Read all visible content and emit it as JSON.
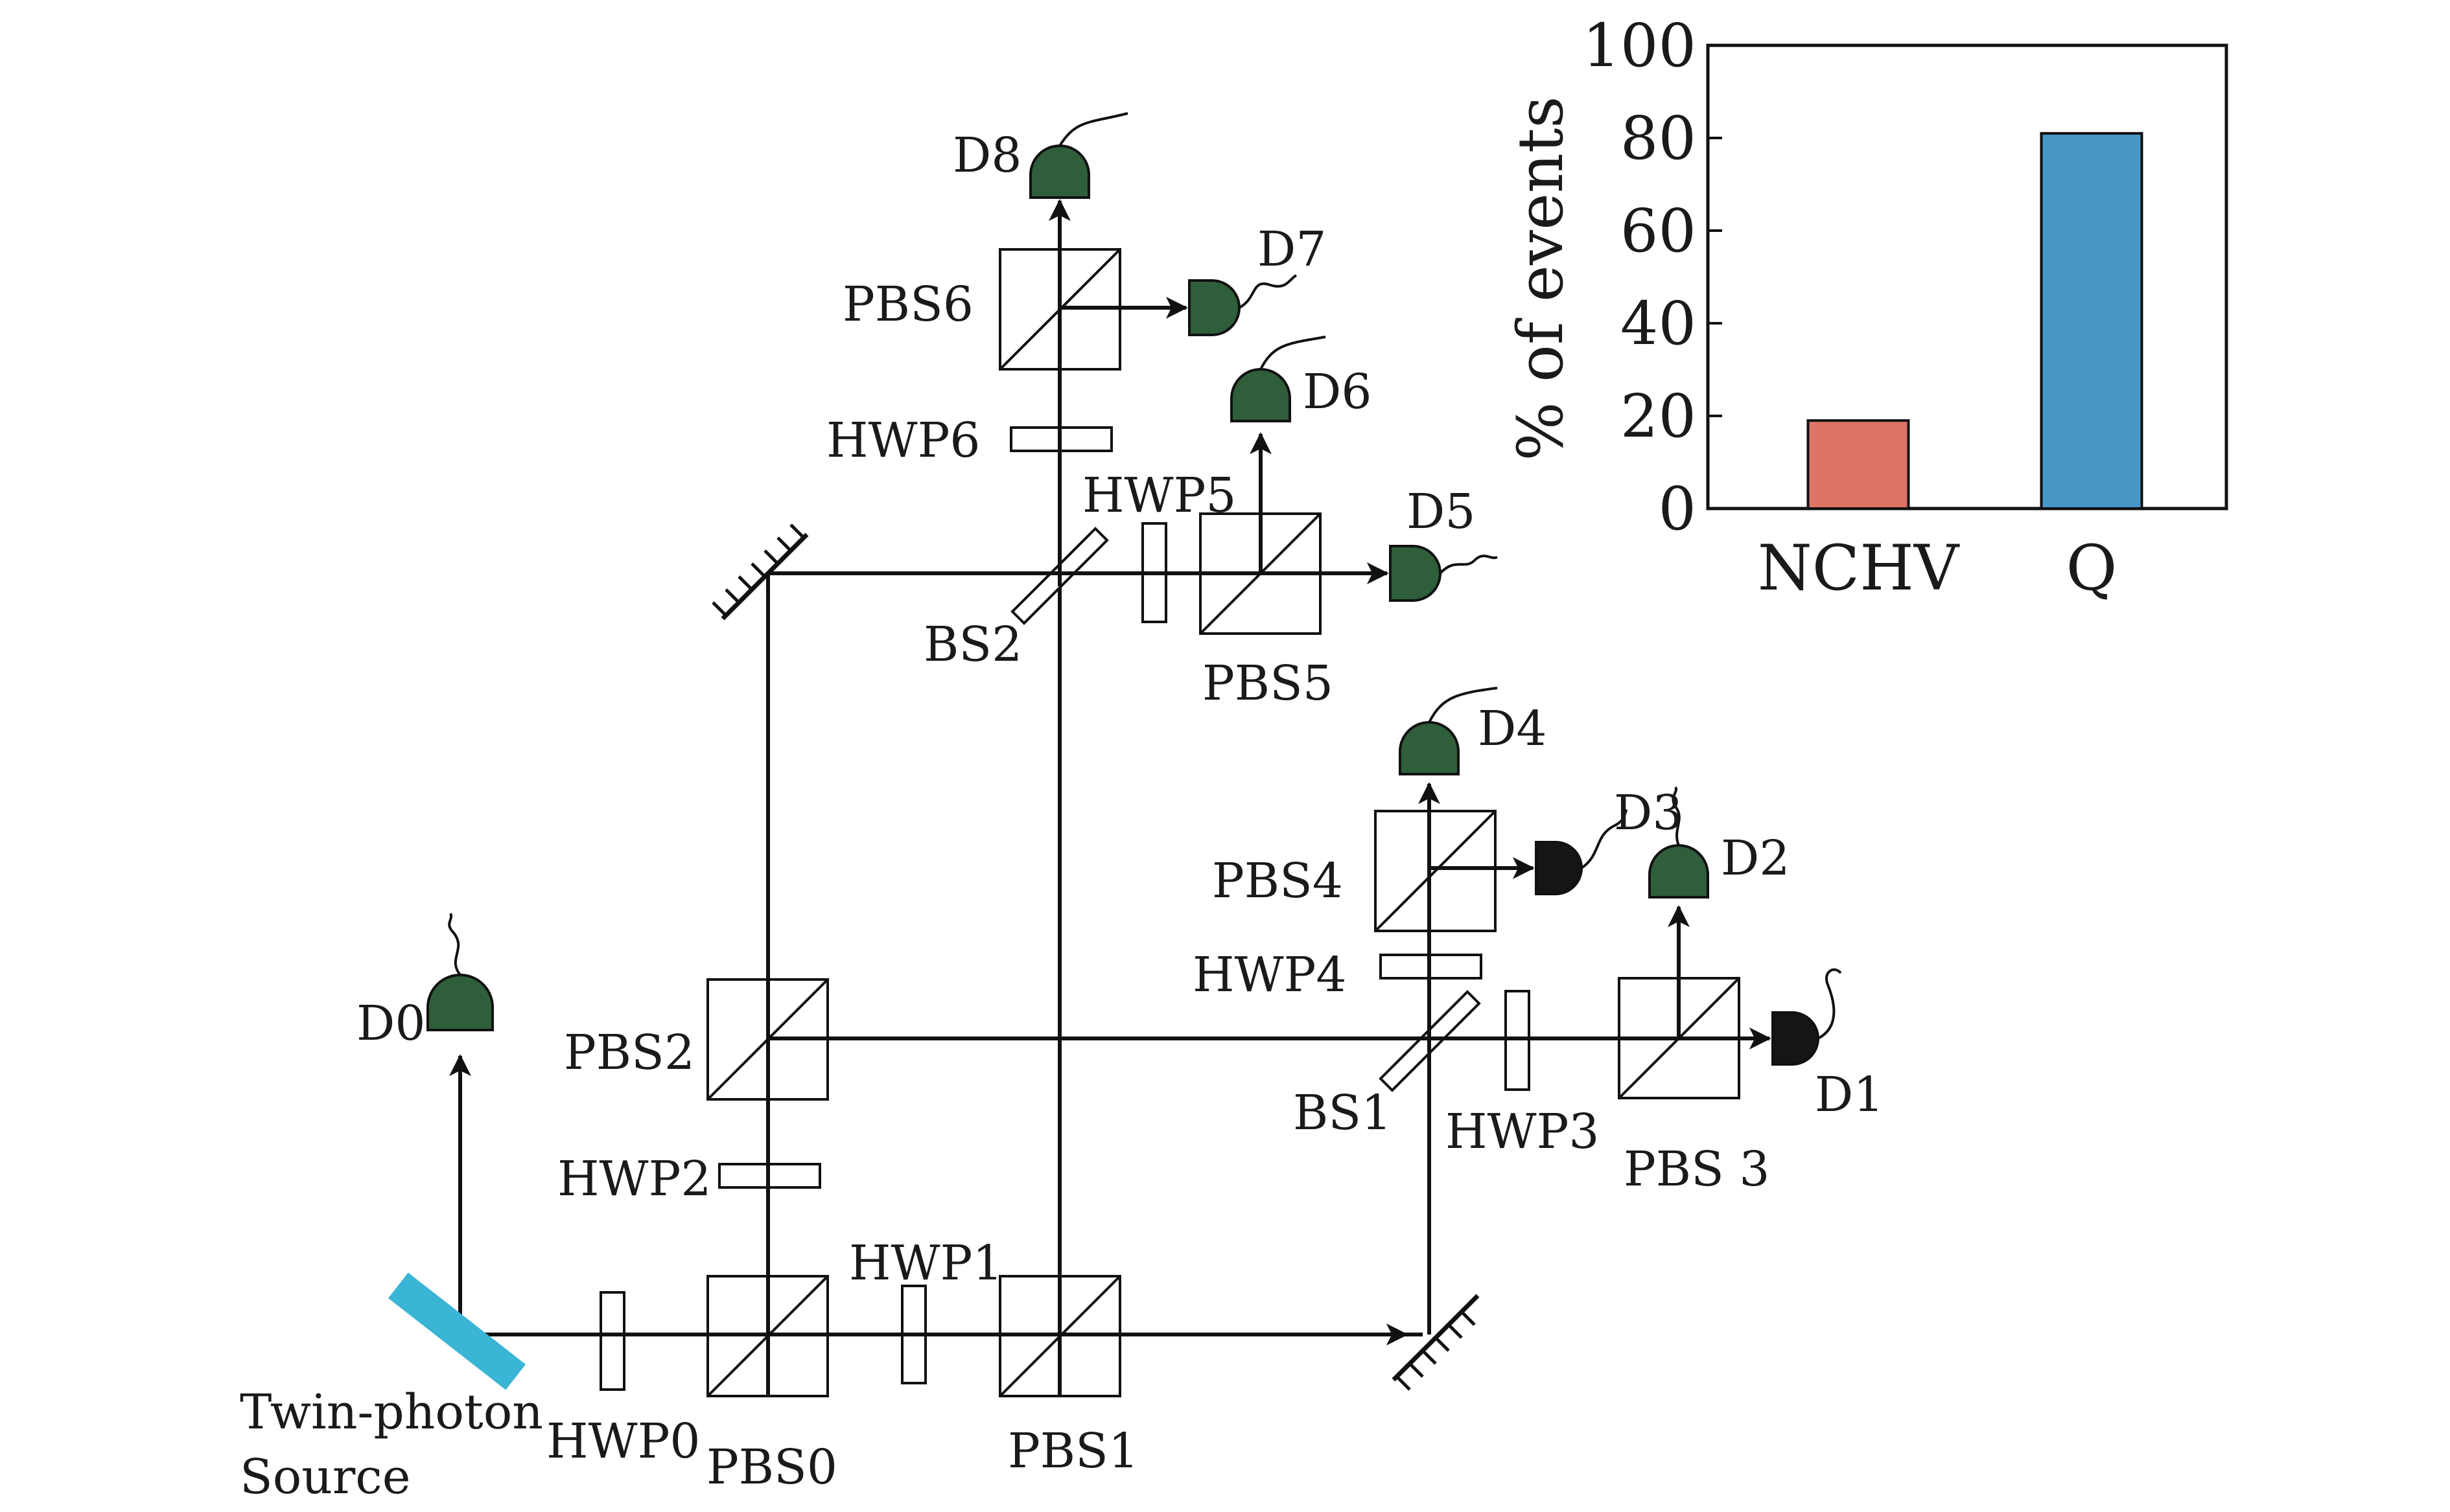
{
  "components": {
    "source": "Twin-photon",
    "source2": "Source",
    "hwp0": "HWP0",
    "hwp1": "HWP1",
    "hwp2": "HWP2",
    "hwp3": "HWP3",
    "hwp4": "HWP4",
    "hwp5": "HWP5",
    "hwp6": "HWP6",
    "pbs0": "PBS0",
    "pbs1": "PBS1",
    "pbs2": "PBS2",
    "pbs3": "PBS 3",
    "pbs4": "PBS4",
    "pbs5": "PBS5",
    "pbs6": "PBS6",
    "bs1": "BS1",
    "bs2": "BS2",
    "d0": "D0",
    "d1": "D1",
    "d2": "D2",
    "d3": "D3",
    "d4": "D4",
    "d5": "D5",
    "d6": "D6",
    "d7": "D7",
    "d8": "D8"
  },
  "colors": {
    "detector_green": "#2e5e3a",
    "detector_black": "#151515",
    "source_cyan": "#3ab5d6",
    "bar_nchv": "#dd7567",
    "bar_q": "#4895c6"
  },
  "chart_data": {
    "type": "bar",
    "categories": [
      "NCHV",
      "Q"
    ],
    "values": [
      19,
      81
    ],
    "ylabel": "% of events",
    "ylim": [
      0,
      100
    ],
    "yticks": [
      "0",
      "20",
      "40",
      "60",
      "80",
      "100"
    ],
    "grid": false
  }
}
